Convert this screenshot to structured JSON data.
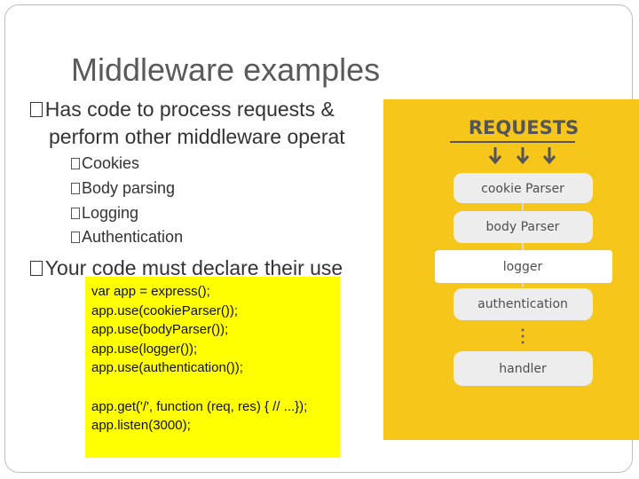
{
  "slide": {
    "title": "Middleware examples",
    "bullet1": {
      "line1": "Has code to process requests &",
      "line2": "perform other middleware operat",
      "subitems": [
        "Cookies",
        "Body parsing",
        "Logging",
        "Authentication"
      ]
    },
    "bullet2": "Your code must declare their use",
    "code": {
      "line1": "var app = express();",
      "line2": "app.use(cookieParser());",
      "line3": "app.use(bodyParser());",
      "line4": "app.use(logger());",
      "line5": "app.use(authentication());",
      "line6": "app.get('/', function (req, res) { // ...});",
      "line7": "app.listen(3000);"
    },
    "diagram": {
      "heading": "REQUESTS",
      "stages": [
        "cookie Parser",
        "body Parser",
        "logger",
        "authentication",
        "handler"
      ]
    },
    "colors": {
      "code_background": "#ffff00",
      "diagram_background": "#f7c61a"
    }
  }
}
